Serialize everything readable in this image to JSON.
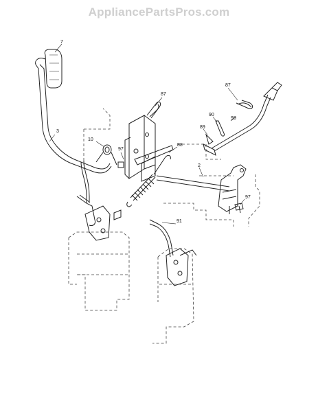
{
  "watermark": "AppliancePartsPros.com",
  "callouts": {
    "c7": "7",
    "c3": "3",
    "c10": "10",
    "c97a": "97",
    "c87a": "87",
    "c88": "88",
    "c2": "2",
    "c87b": "87",
    "c90": "90",
    "c89": "89",
    "c98": "98",
    "c97b": "97",
    "c91": "91"
  },
  "colors": {
    "line": "#222222",
    "dash": "#444444",
    "watermark": "#cfcfcf"
  }
}
